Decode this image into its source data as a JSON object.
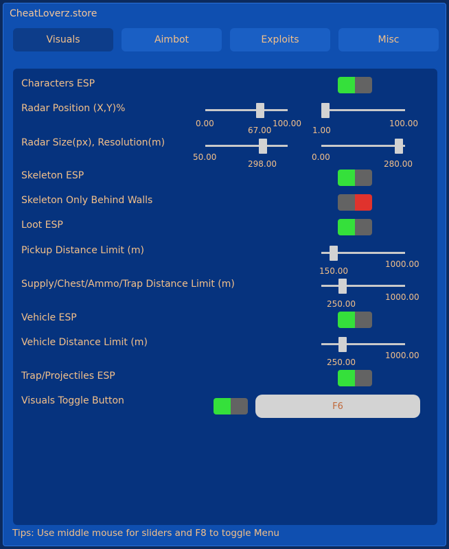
{
  "window": {
    "title": "CheatLoverz.store"
  },
  "tabs": [
    "Visuals",
    "Aimbot",
    "Exploits",
    "Misc"
  ],
  "rows": {
    "characters_esp": {
      "label": "Characters ESP",
      "value": true
    },
    "radar_position": {
      "label": "Radar Position (X,Y)%",
      "x": {
        "min": "0.00",
        "max": "100.00",
        "value": "67.00",
        "fraction": 0.67
      },
      "y": {
        "min": "1.00",
        "max": "100.00",
        "value": "1.00",
        "fraction": 0.0
      }
    },
    "radar_size": {
      "label": "Radar Size(px), Resolution(m)",
      "size": {
        "min": "50.00",
        "value": "298.00",
        "fraction": 0.7
      },
      "resolution": {
        "min": "0.00",
        "value": "280.00",
        "fraction": 0.93
      }
    },
    "skeleton_esp": {
      "label": "Skeleton ESP",
      "value": true
    },
    "skeleton_behind_walls": {
      "label": "Skeleton Only Behind Walls",
      "value": false
    },
    "loot_esp": {
      "label": "Loot ESP",
      "value": true
    },
    "pickup_distance": {
      "label": "Pickup Distance Limit (m)",
      "value": "150.00",
      "max": "1000.00",
      "fraction": 0.15
    },
    "supply_distance": {
      "label": "Supply/Chest/Ammo/Trap Distance Limit (m)",
      "value": "250.00",
      "max": "1000.00",
      "fraction": 0.25
    },
    "vehicle_esp": {
      "label": "Vehicle ESP",
      "value": true
    },
    "vehicle_distance": {
      "label": "Vehicle Distance Limit (m)",
      "value": "250.00",
      "max": "1000.00",
      "fraction": 0.25
    },
    "trap_esp": {
      "label": "Trap/Projectiles ESP",
      "value": true
    },
    "visuals_toggle": {
      "label": "Visuals Toggle Button",
      "value": true,
      "key": "F6"
    }
  },
  "tips": "Tips: Use middle mouse for sliders and F8 to toggle Menu",
  "colors": {
    "accent_text": "#f3c08a",
    "toggle_on": "#35e03b",
    "toggle_off": "#e0332d",
    "panel": "#06337e",
    "window": "#0f4fb0"
  }
}
